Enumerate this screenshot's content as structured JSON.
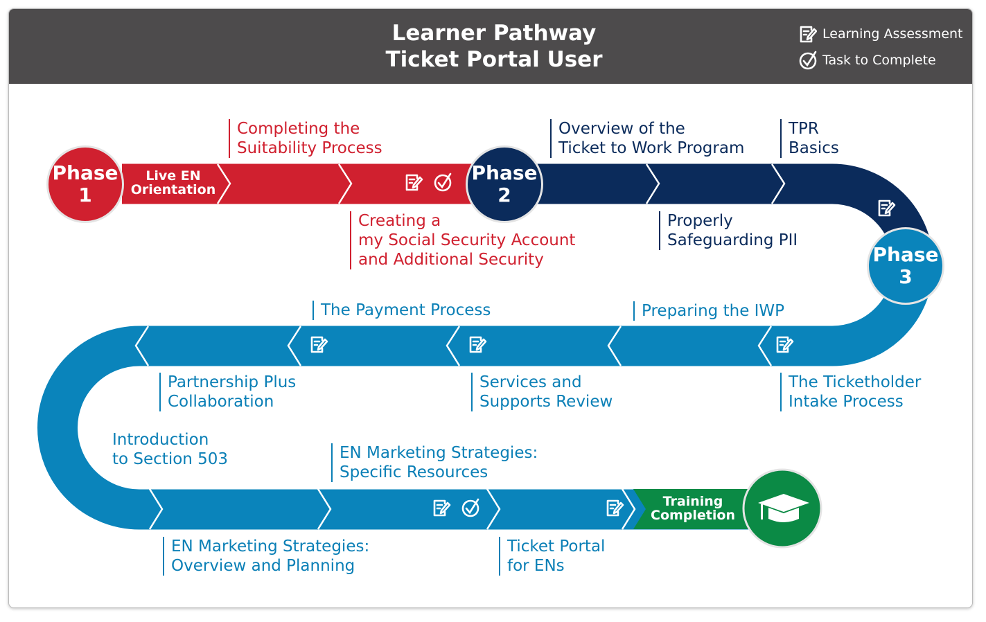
{
  "header": {
    "title_line1": "Learner Pathway",
    "title_line2": "Ticket Portal User",
    "legend": [
      {
        "icon": "learning-assessment-icon",
        "label": "Learning Assessment"
      },
      {
        "icon": "task-check-icon",
        "label": "Task to Complete"
      }
    ]
  },
  "colors": {
    "red": "#d0202f",
    "navy": "#0b2b5b",
    "blue": "#0a84bb",
    "green": "#0b8a45",
    "header": "#4d4b4c"
  },
  "phases": [
    {
      "label": "Phase",
      "num": "1"
    },
    {
      "label": "Phase",
      "num": "2"
    },
    {
      "label": "Phase",
      "num": "3"
    }
  ],
  "inline": {
    "live_en_1": "Live EN",
    "live_en_2": "Orientation",
    "training_1": "Training",
    "training_2": "Completion"
  },
  "labels": {
    "suitability": [
      "Completing the",
      "Suitability Process"
    ],
    "myssa": [
      "Creating a",
      "my Social Security Account",
      "and Additional Security"
    ],
    "overview": [
      "Overview of the",
      "Ticket to Work Program"
    ],
    "pii": [
      "Properly",
      "Safeguarding PII"
    ],
    "tpr": [
      "TPR",
      "Basics"
    ],
    "payment": [
      "The Payment Process"
    ],
    "iwp": [
      "Preparing the IWP"
    ],
    "partnership": [
      "Partnership Plus",
      "Collaboration"
    ],
    "services": [
      "Services and",
      "Supports Review"
    ],
    "intake": [
      "The Ticketholder",
      "Intake Process"
    ],
    "sec503": [
      "Introduction",
      "to Section 503"
    ],
    "specific": [
      "EN Marketing Strategies:",
      "Specific Resources"
    ],
    "planning": [
      "EN Marketing Strategies:",
      "Overview and Planning"
    ],
    "portal": [
      "Ticket Portal",
      "for ENs"
    ]
  }
}
